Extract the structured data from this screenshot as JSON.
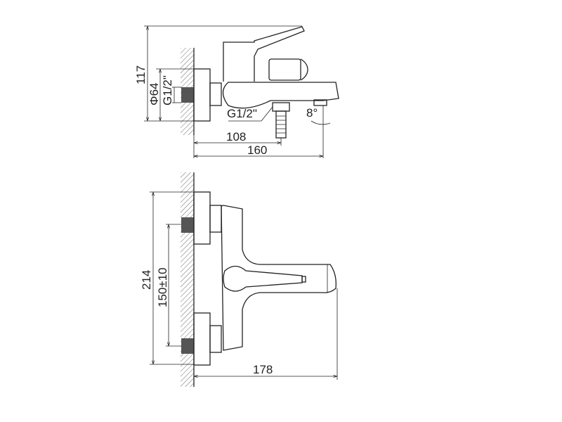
{
  "side_view": {
    "dim_height": "117",
    "dim_diameter": "Φ64",
    "dim_thread_wall": "G1/2\"",
    "dim_thread_outlet": "G1/2\"",
    "dim_angle": "8°",
    "dim_outlet_distance": "108",
    "dim_depth": "160"
  },
  "top_view": {
    "dim_total_width": "214",
    "dim_center_distance": "150±10",
    "dim_projection": "178"
  }
}
